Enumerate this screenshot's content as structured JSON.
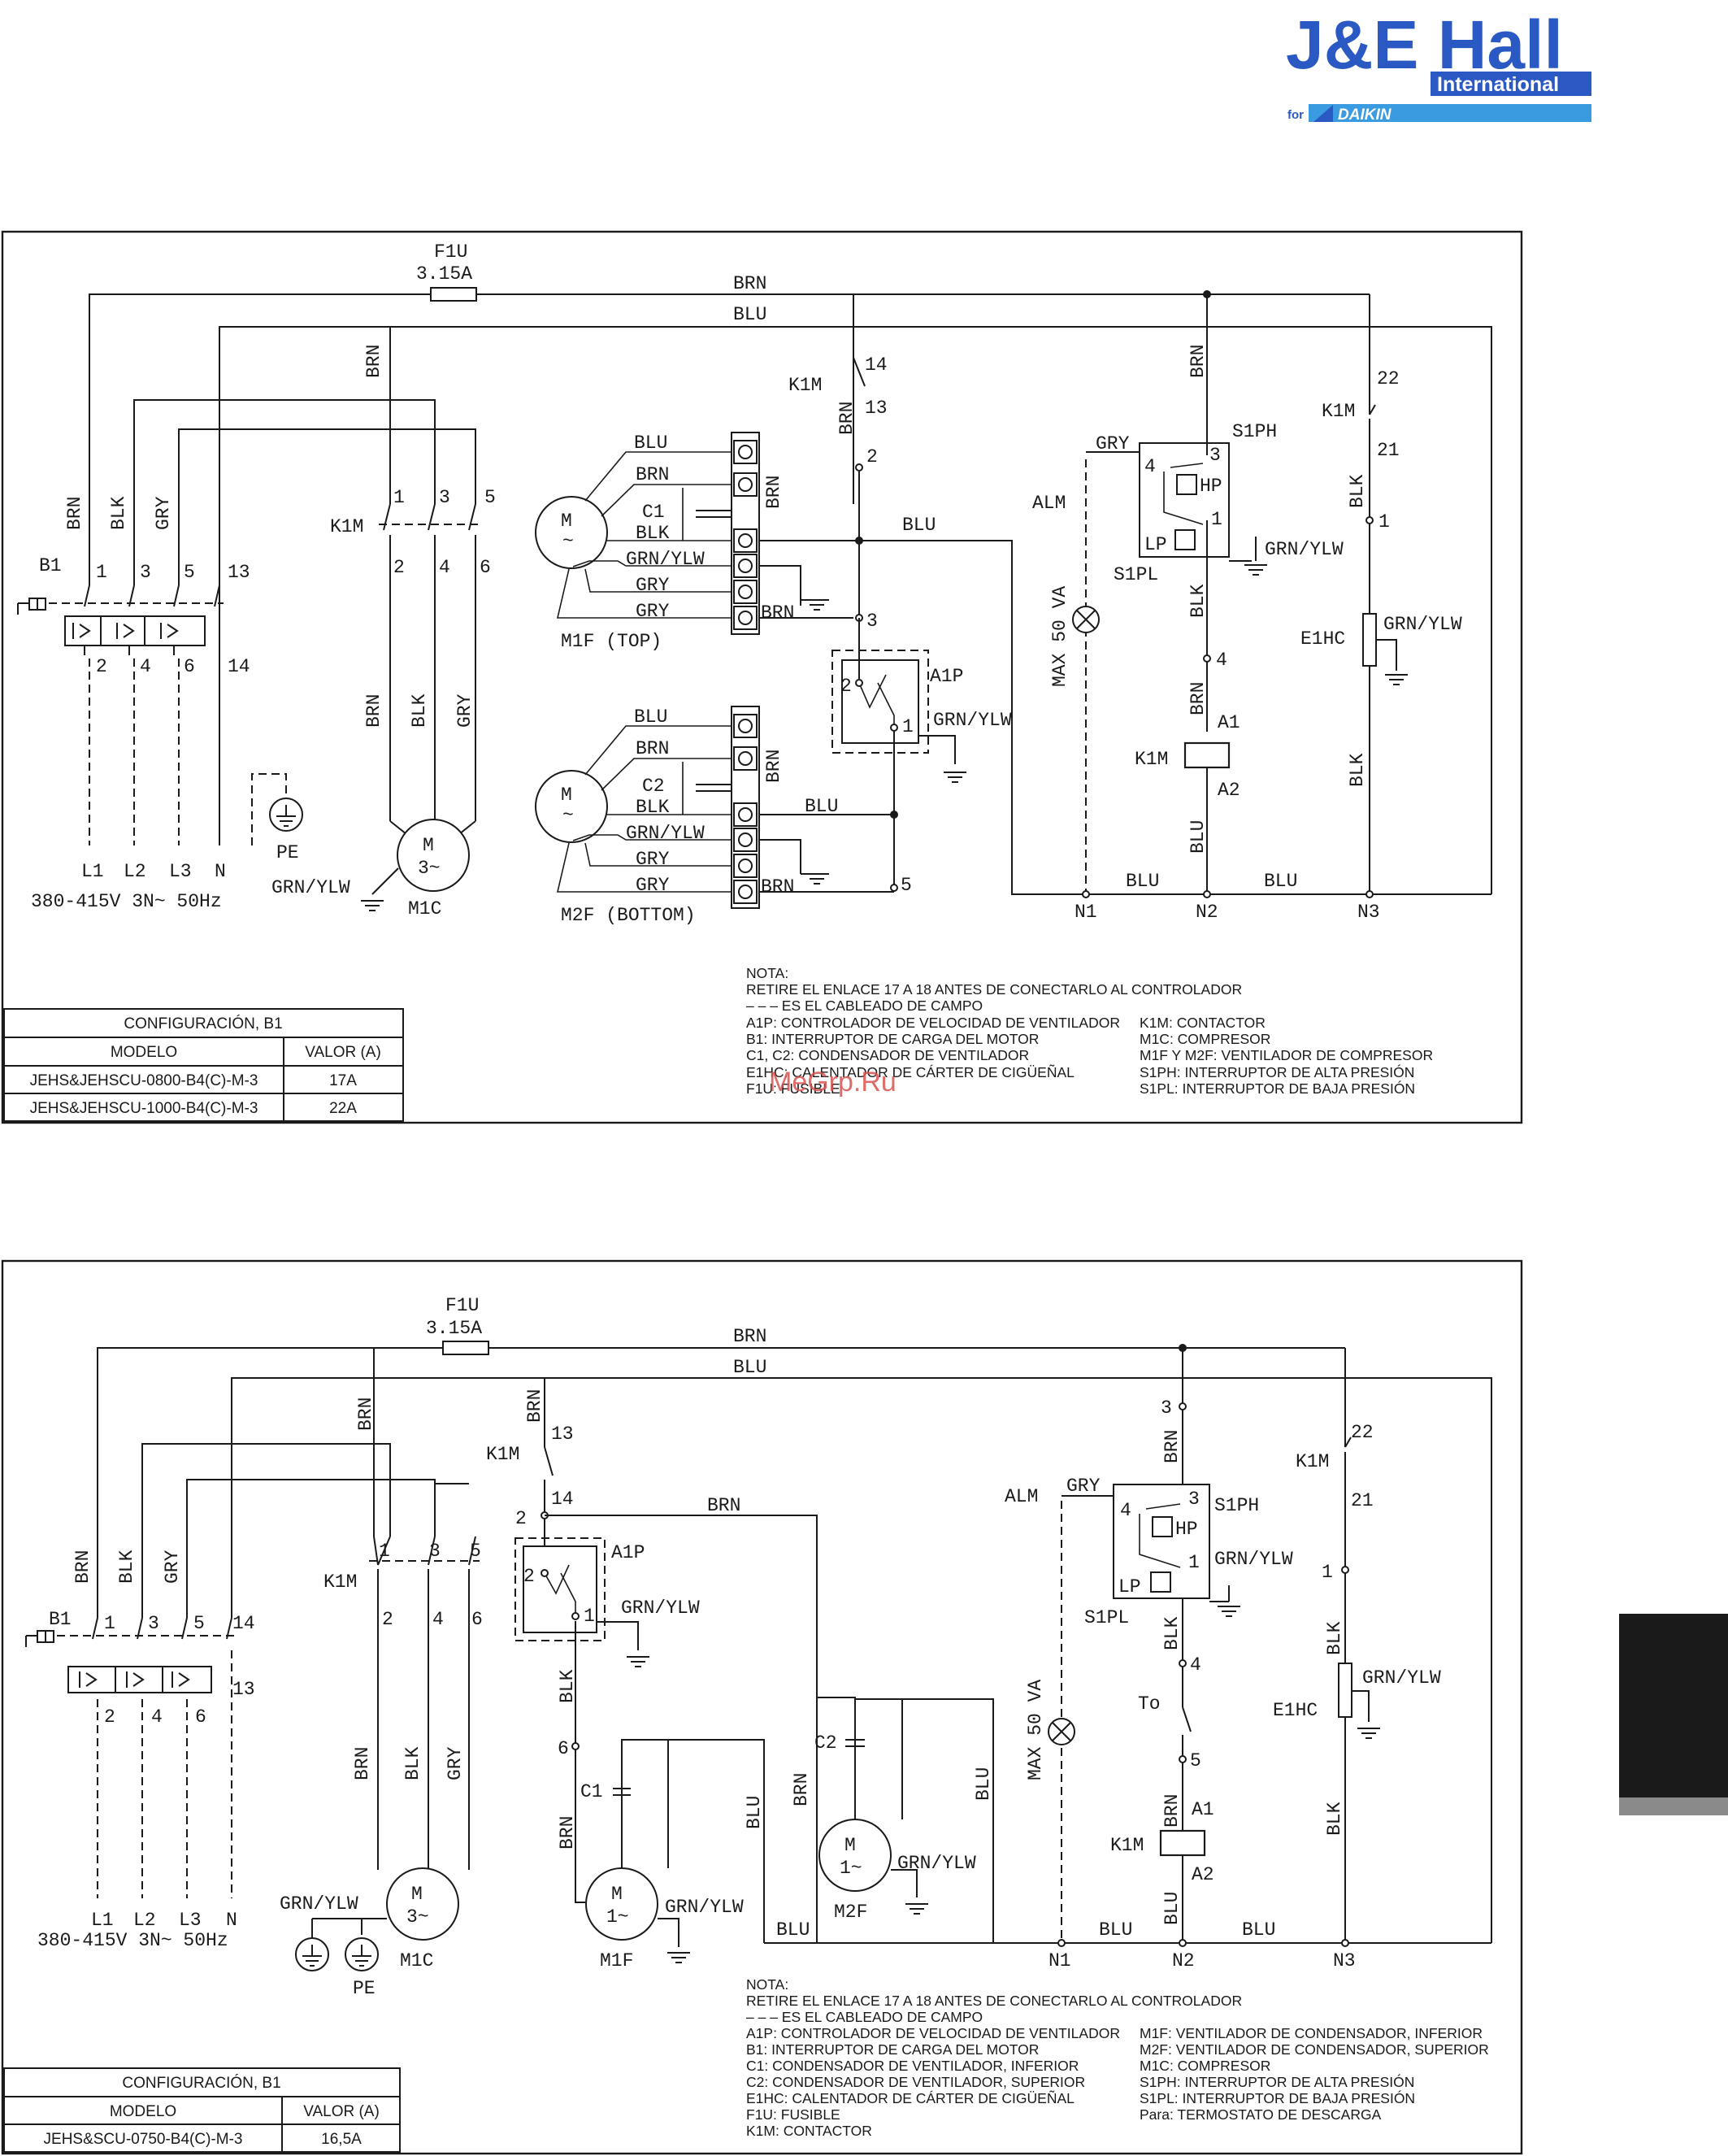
{
  "logo": {
    "brand": "J&E Hall",
    "sub": "International",
    "for": "for",
    "partner": "DAIKIN",
    "brand_color": "#2b59c3",
    "accent_color": "#3a9be0"
  },
  "watermark": "MeGrp.Ru",
  "labels": {
    "brn": "BRN",
    "blu": "BLU",
    "blk": "BLK",
    "gry": "GRY",
    "gy": "GRN/YLW",
    "f1u": "F1U",
    "fuse": "3.15A",
    "k1m": "K1M",
    "b1": "B1",
    "pe": "PE",
    "m1c": "M1C",
    "m1f_top": "M1F (TOP)",
    "m2f_bottom": "M2F (BOTTOM)",
    "m1f": "M1F",
    "m2f": "M2F",
    "c1": "C1",
    "c2": "C2",
    "a1p": "A1P",
    "alm": "ALM",
    "s1ph": "S1PH",
    "s1pl": "S1PL",
    "hp": "HP",
    "lp": "LP",
    "e1hc": "E1HC",
    "max": "MAX 50 VA",
    "a1": "A1",
    "a2": "A2",
    "to": "To",
    "n1": "N1",
    "n2": "N2",
    "n3": "N3",
    "l1": "L1",
    "l2": "L2",
    "l3": "L3",
    "n": "N",
    "supply": "380-415V 3N~ 50Hz",
    "m": "M",
    "ph3": "3~",
    "ph1": "1~",
    "ac": "~",
    "t1": "1",
    "t2": "2",
    "t3": "3",
    "t4": "4",
    "t5": "5",
    "t6": "6",
    "t13": "13",
    "t14": "14",
    "t21": "21",
    "t22": "22"
  },
  "diagram_top": {
    "nota_title": "NOTA:",
    "nota_line1": "RETIRE EL ENLACE 17 A 18 ANTES DE CONECTARLO AL CONTROLADOR",
    "nota_line2": "– – – ES EL CABLEADO DE CAMPO",
    "legend_left": [
      "A1P: CONTROLADOR DE VELOCIDAD DE VENTILADOR",
      "B1: INTERRUPTOR DE CARGA DEL MOTOR",
      "C1, C2: CONDENSADOR DE VENTILADOR",
      "E1HC: CALENTADOR DE CÁRTER DE CIGÜEÑAL",
      "F1U: FUSIBLE"
    ],
    "legend_right": [
      "K1M: CONTACTOR",
      "M1C: COMPRESOR",
      "M1F Y M2F: VENTILADOR DE COMPRESOR",
      "S1PH: INTERRUPTOR DE ALTA PRESIÓN",
      "S1PL: INTERRUPTOR DE BAJA PRESIÓN"
    ],
    "config": {
      "title": "CONFIGURACIÓN, B1",
      "headers": [
        "MODELO",
        "VALOR (A)"
      ],
      "rows": [
        [
          "JEHS&JEHSCU-0800-B4(C)-M-3",
          "17A"
        ],
        [
          "JEHS&JEHSCU-1000-B4(C)-M-3",
          "22A"
        ]
      ]
    }
  },
  "diagram_bottom": {
    "nota_title": "NOTA:",
    "nota_line1": "RETIRE EL ENLACE 17 A 18 ANTES DE CONECTARLO AL CONTROLADOR",
    "nota_line2": "– – – ES EL CABLEADO DE CAMPO",
    "legend_left": [
      "A1P: CONTROLADOR DE VELOCIDAD DE VENTILADOR",
      "B1: INTERRUPTOR DE CARGA DEL MOTOR",
      "C1: CONDENSADOR DE VENTILADOR, INFERIOR",
      "C2: CONDENSADOR DE VENTILADOR, SUPERIOR",
      "E1HC: CALENTADOR DE CÁRTER DE CIGÜEÑAL",
      "F1U: FUSIBLE",
      "K1M: CONTACTOR"
    ],
    "legend_right": [
      "M1F: VENTILADOR DE CONDENSADOR, INFERIOR",
      "M2F: VENTILADOR DE CONDENSADOR, SUPERIOR",
      "M1C: COMPRESOR",
      "S1PH: INTERRUPTOR DE ALTA PRESIÓN",
      "S1PL: INTERRUPTOR DE BAJA PRESIÓN",
      "Para: TERMOSTATO DE DESCARGA"
    ],
    "config": {
      "title": "CONFIGURACIÓN, B1",
      "headers": [
        "MODELO",
        "VALOR (A)"
      ],
      "rows": [
        [
          "JEHS&SCU-0750-B4(C)-M-3",
          "16,5A"
        ]
      ]
    }
  }
}
